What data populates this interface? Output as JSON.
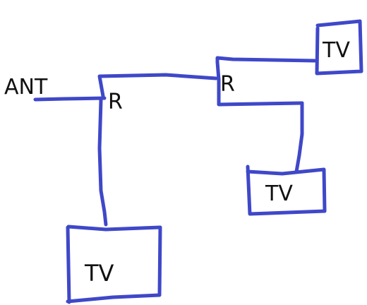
{
  "colors": {
    "ink": "#3f48c8",
    "text": "#111111",
    "background": "#ffffff"
  },
  "labels": {
    "antenna": "ANT",
    "router_left": "R",
    "router_right": "R",
    "tv_top_right": "TV",
    "tv_middle": "TV",
    "tv_bottom": "TV"
  }
}
